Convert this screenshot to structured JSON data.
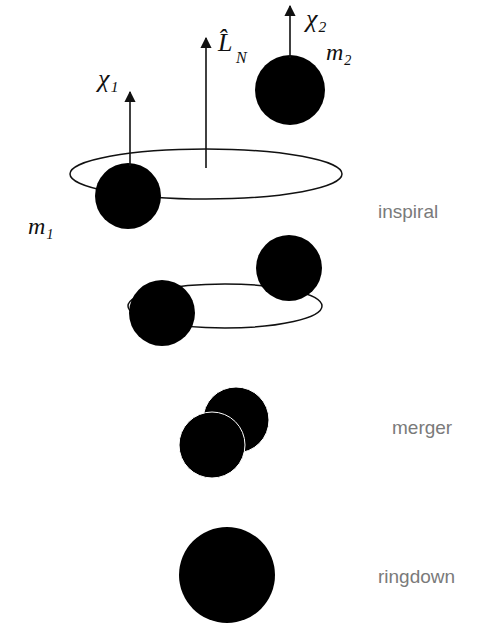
{
  "diagram": {
    "labels": [
      "χ₁",
      "L̂",
      "N",
      "χ₂",
      "m₂",
      "m₁",
      "inspiral",
      "merger",
      "ringdown"
    ]
  }
}
